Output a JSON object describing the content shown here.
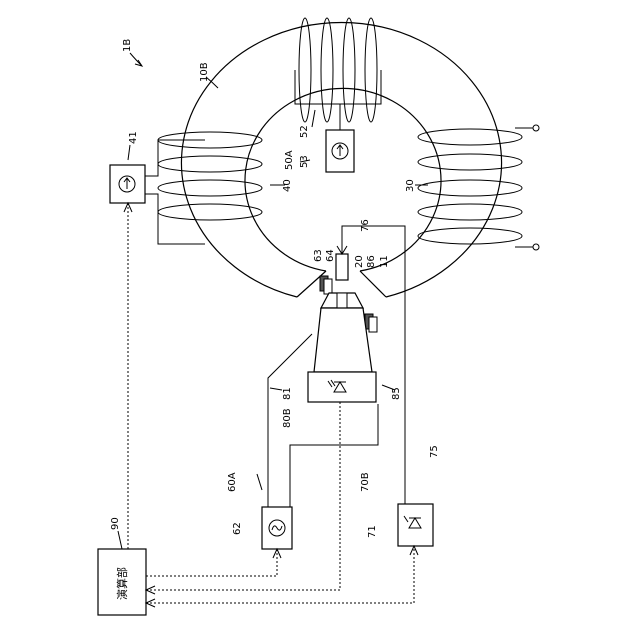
{
  "labels": {
    "fig": "1B",
    "ring": "10B",
    "coil41": "41",
    "coil40": "40",
    "coil30": "30",
    "coil52": "52",
    "coil53": "53",
    "unit50a": "50A",
    "p76": "76",
    "p63": "63",
    "p64": "64",
    "p20": "20",
    "p86": "86",
    "p11": "11",
    "p81": "81",
    "p85": "85",
    "u80b": "80B",
    "u60a": "60A",
    "p62": "62",
    "u70b": "70B",
    "p75": "75",
    "p71": "71",
    "p90": "90",
    "compute_unit": "演算部"
  },
  "icons": {
    "ammeter41": "ammeter-icon",
    "ammeter53": "ammeter-icon",
    "source62": "ac-source-icon",
    "detector81": "photodiode-icon",
    "detector71": "photodiode-icon"
  }
}
